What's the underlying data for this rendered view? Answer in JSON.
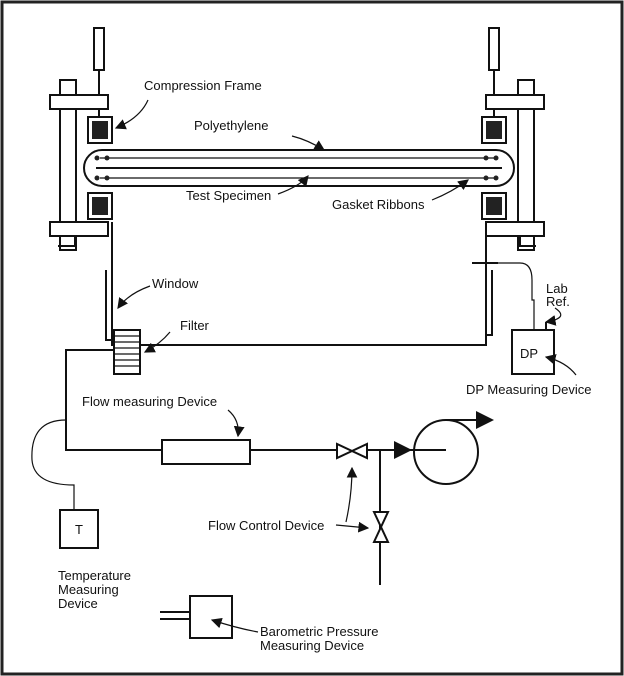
{
  "labels": {
    "compression_frame": "Compression Frame",
    "polyethylene": "Polyethylene",
    "test_specimen": "Test Specimen",
    "gasket_ribbons": "Gasket Ribbons",
    "window": "Window",
    "filter": "Filter",
    "lab_ref_1": "Lab",
    "lab_ref_2": "Ref.",
    "dp_box": "DP",
    "dp_device": "DP Measuring Device",
    "flow_measuring": "Flow measuring Device",
    "flow_control": "Flow Control Device",
    "temp_box": "T",
    "temp_1": "Temperature",
    "temp_2": "Measuring",
    "temp_3": "Device",
    "baro_1": "Barometric Pressure",
    "baro_2": "Measuring Device"
  }
}
